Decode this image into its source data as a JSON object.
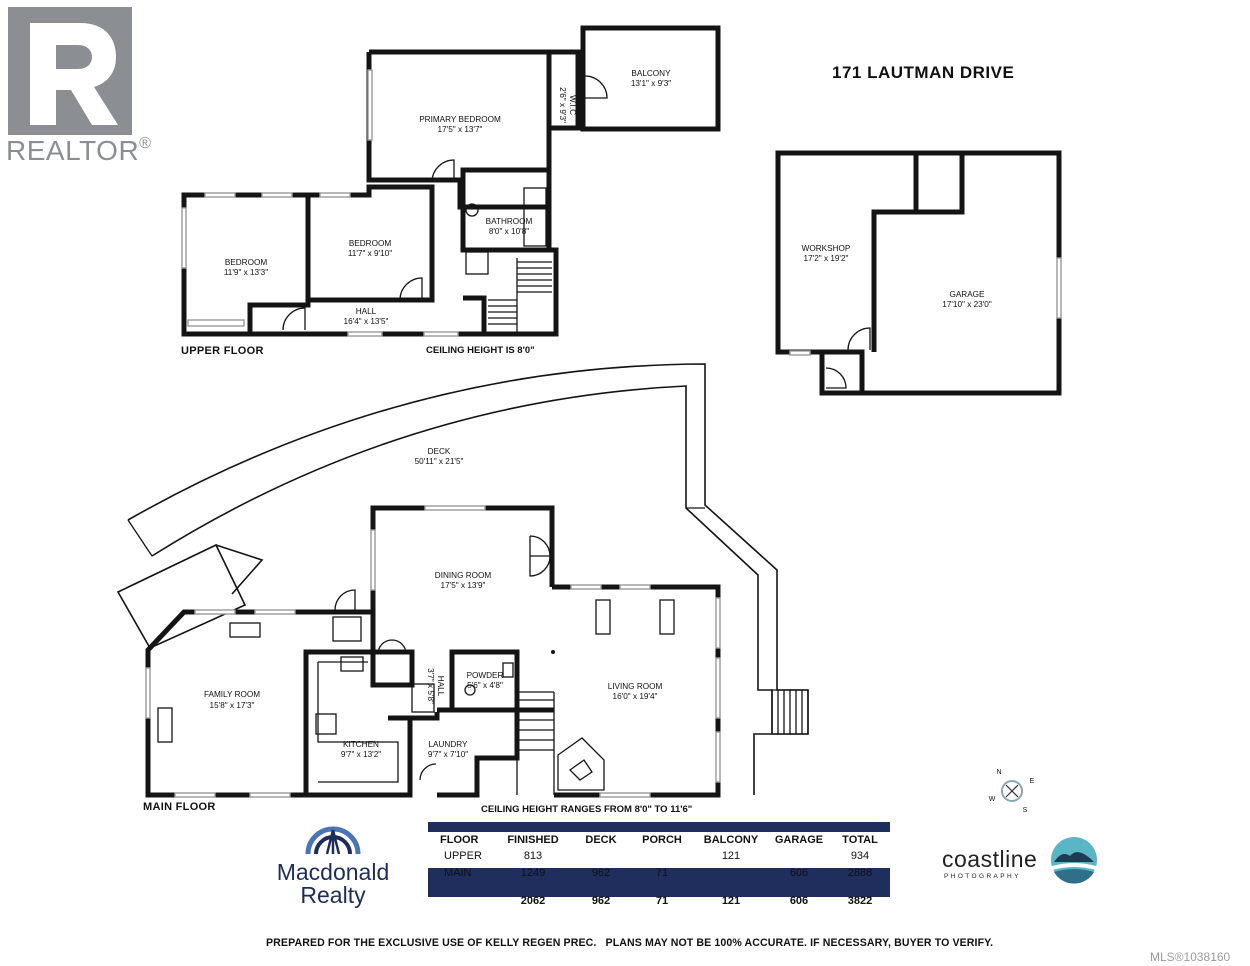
{
  "header": {
    "address": "171 LAUTMAN DRIVE"
  },
  "branding": {
    "realtor_text": "REALTOR",
    "realtor_mark": "®",
    "macdonald_line1": "Macdonald",
    "macdonald_line2": "Realty",
    "coastline_word": "coastline",
    "coastline_sub": "PHOTOGRAPHY"
  },
  "floors": {
    "upper_label": "UPPER FLOOR",
    "upper_ceiling": "CEILING HEIGHT IS 8'0\"",
    "main_label": "MAIN FLOOR",
    "main_ceiling": "CEILING HEIGHT RANGES FROM 8'0\" TO 11'6\""
  },
  "rooms": {
    "primary_bedroom": {
      "name": "PRIMARY BEDROOM",
      "size": "17'5\" x 13'7\""
    },
    "wic": {
      "name": "W.I.C",
      "size": "2'6\" x 9'3\""
    },
    "balcony": {
      "name": "BALCONY",
      "size": "13'1\" x 9'3\""
    },
    "bathroom": {
      "name": "BATHROOM",
      "size": "8'0\" x 10'8\""
    },
    "bedroom1": {
      "name": "BEDROOM",
      "size": "11'9\" x 13'3\""
    },
    "bedroom2": {
      "name": "BEDROOM",
      "size": "11'7\" x 9'10\""
    },
    "hall_upper": {
      "name": "HALL",
      "size": "16'4\" x 13'5\""
    },
    "workshop": {
      "name": "WORKSHOP",
      "size": "17'2\" x 19'2\""
    },
    "garage": {
      "name": "GARAGE",
      "size": "17'10\" x 23'0\""
    },
    "deck": {
      "name": "DECK",
      "size": "50'11\" x 21'5\""
    },
    "dining": {
      "name": "DINING ROOM",
      "size": "17'5\" x 13'9\""
    },
    "family": {
      "name": "FAMILY ROOM",
      "size": "15'8\" x 17'3\""
    },
    "kitchen": {
      "name": "KITCHEN",
      "size": "9'7\" x 13'2\""
    },
    "hall_main": {
      "name": "HALL",
      "size": "3'7\" x 5'8\""
    },
    "powder": {
      "name": "POWDER",
      "size": "5'6\" x 4'8\""
    },
    "living": {
      "name": "LIVING ROOM",
      "size": "16'0\" x 19'4\""
    },
    "laundry": {
      "name": "LAUNDRY",
      "size": "9'7\" x 7'10\""
    }
  },
  "compass": {
    "n": "N",
    "s": "S",
    "e": "E",
    "w": "W"
  },
  "area_table": {
    "headers": [
      "FLOOR",
      "FINISHED",
      "DECK",
      "PORCH",
      "BALCONY",
      "GARAGE",
      "TOTAL"
    ],
    "rows": [
      [
        "UPPER",
        "813",
        "",
        "",
        "121",
        "",
        "934"
      ],
      [
        "MAIN",
        "1249",
        "962",
        "71",
        "",
        "606",
        "2888"
      ]
    ],
    "totals": [
      "",
      "2062",
      "962",
      "71",
      "121",
      "606",
      "3822"
    ]
  },
  "footer": {
    "disclaimer": "PREPARED FOR THE EXCLUSIVE USE OF KELLY REGEN PREC.   PLANS MAY NOT BE 100% ACCURATE. IF NECESSARY, BUYER TO VERIFY.",
    "mls": "MLS®1038160"
  }
}
